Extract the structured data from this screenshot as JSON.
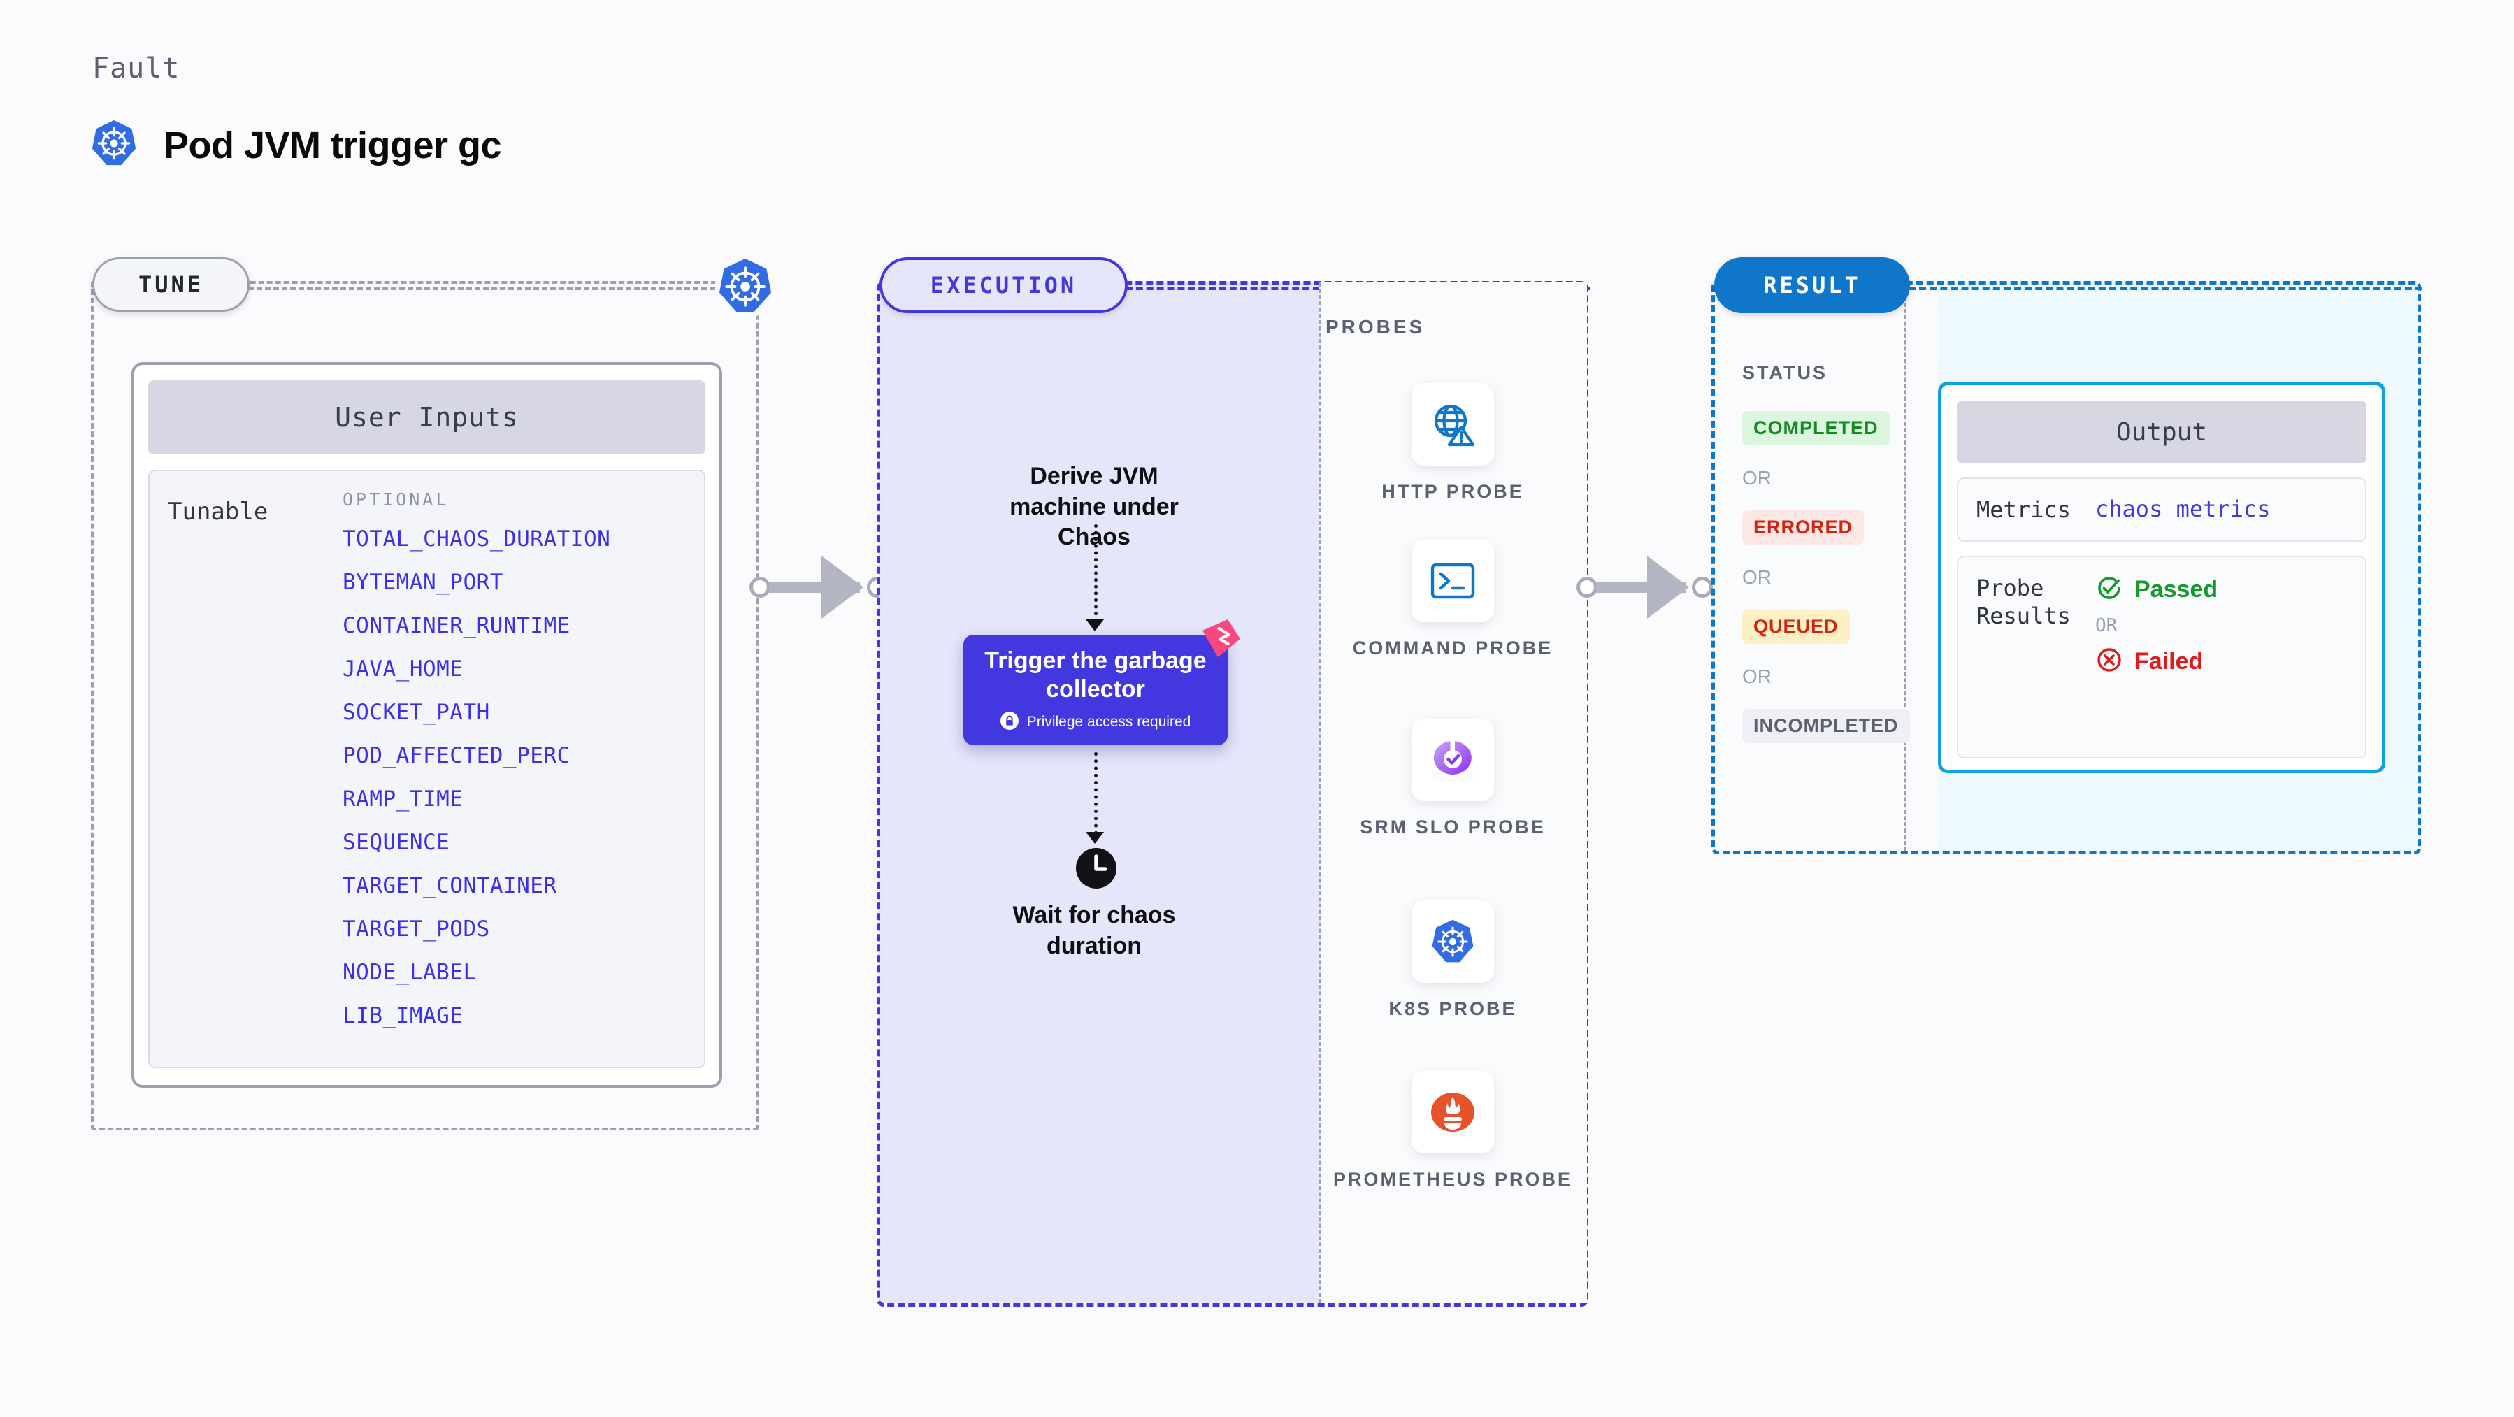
{
  "header": {
    "eyebrow": "Fault",
    "title": "Pod JVM trigger gc",
    "icon": "kubernetes-icon"
  },
  "tune": {
    "tag": "TUNE",
    "badge_icon": "kubernetes-icon",
    "card": {
      "heading": "User Inputs",
      "group_label": "Tunable",
      "optional_label": "OPTIONAL",
      "params": [
        "TOTAL_CHAOS_DURATION",
        "BYTEMAN_PORT",
        "CONTAINER_RUNTIME",
        "JAVA_HOME",
        "SOCKET_PATH",
        "POD_AFFECTED_PERC",
        "RAMP_TIME",
        "SEQUENCE",
        "TARGET_CONTAINER",
        "TARGET_PODS",
        "NODE_LABEL",
        "LIB_IMAGE"
      ]
    }
  },
  "execution": {
    "tag": "EXECUTION",
    "step1": "Derive JVM machine under Chaos",
    "action": {
      "title": "Trigger the garbage collector",
      "privilege_note": "Privilege access required",
      "lock_icon": "lock-icon",
      "ribbon_icon": "ribbon-badge-icon"
    },
    "wait": {
      "label": "Wait for chaos duration",
      "icon": "clock-icon"
    }
  },
  "probes": {
    "heading": "PROBES",
    "items": [
      {
        "label": "HTTP PROBE",
        "icon": "globe-warning-icon"
      },
      {
        "label": "COMMAND PROBE",
        "icon": "terminal-icon"
      },
      {
        "label": "SRM SLO PROBE",
        "icon": "srm-slo-icon"
      },
      {
        "label": "K8S PROBE",
        "icon": "kubernetes-icon"
      },
      {
        "label": "PROMETHEUS PROBE",
        "icon": "prometheus-icon"
      }
    ]
  },
  "result": {
    "tag": "RESULT",
    "status_heading": "STATUS",
    "or_label": "OR",
    "statuses": [
      {
        "label": "COMPLETED",
        "bg": "#dcf5de",
        "fg": "#148a21"
      },
      {
        "label": "ERRORED",
        "bg": "#fde8e6",
        "fg": "#d6210f"
      },
      {
        "label": "QUEUED",
        "bg": "#fdf0c4",
        "fg": "#d6210f"
      },
      {
        "label": "INCOMPLETED",
        "bg": "#eef0f5",
        "fg": "#5c6070"
      }
    ],
    "output": {
      "heading": "Output",
      "metrics_key": "Metrics",
      "metrics_value": "chaos metrics",
      "probe_results_key": "Probe Results",
      "passed_label": "Passed",
      "failed_label": "Failed",
      "or_label": "OR",
      "passed_icon": "check-circle-icon",
      "failed_icon": "x-circle-icon"
    }
  },
  "colors": {
    "accent_blue": "#4338e0",
    "result_blue": "#0f76c9",
    "output_cyan": "#0fa2e0",
    "k8s_blue": "#326ce5",
    "ribbon_pink": "#f9487f",
    "gray_dash": "#9aa0ae"
  }
}
